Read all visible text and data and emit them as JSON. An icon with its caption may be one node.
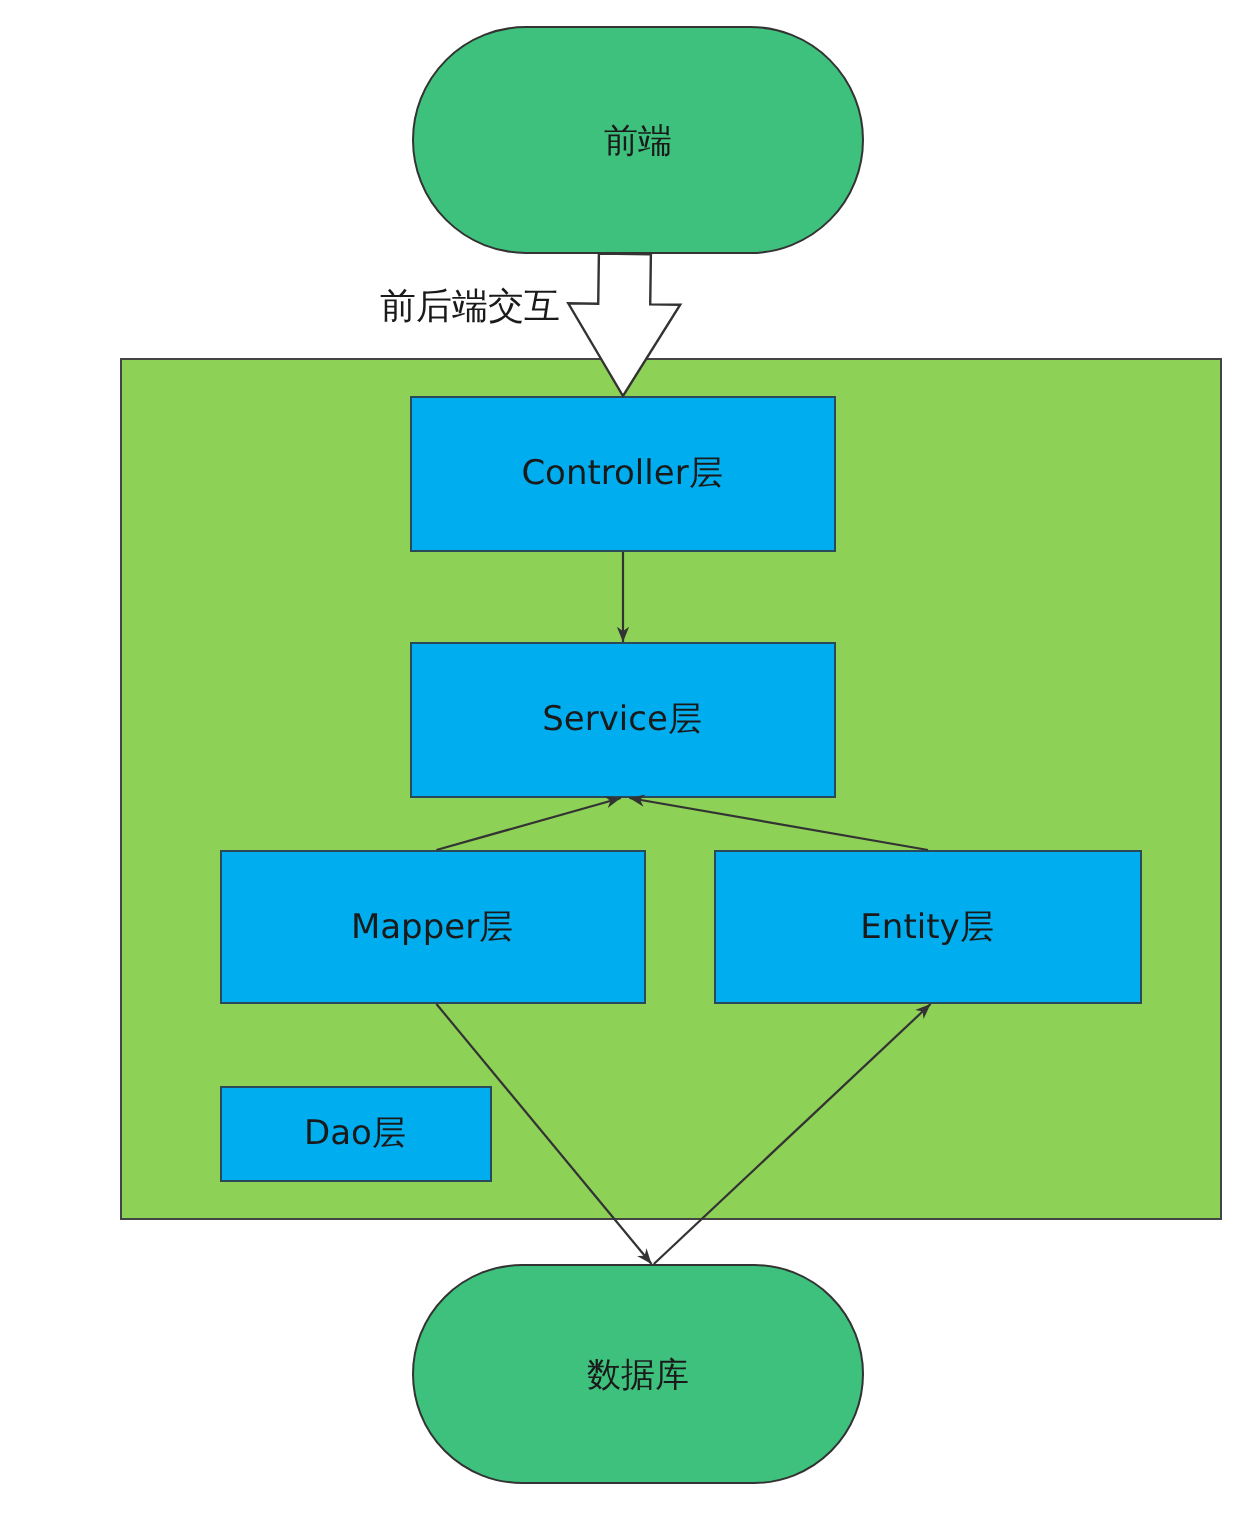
{
  "diagram": {
    "nodes": [
      {
        "text": [
          "前端"
        ]
      },
      {
        "text": [],
        "shape": "box"
      },
      {
        "text": [
          "Controller层"
        ],
        "in": 1
      },
      {
        "text": [
          "Service层"
        ],
        "in": 1
      },
      {
        "text": [
          "Mapper层"
        ],
        "in": 1
      },
      {
        "text": [
          "Entity层"
        ],
        "in": 1
      },
      {
        "text": [
          "Dao层"
        ],
        "in": 1
      },
      {
        "text": [
          "数据库"
        ]
      }
    ],
    "edges": [
      {
        "from": 0,
        "to": 2,
        "arrow": "to",
        "label": "前后端交互",
        "style": "thick"
      },
      {
        "from": 2,
        "to": 3,
        "arrow": "to"
      },
      {
        "from": 4,
        "to": 3,
        "arrow": "to"
      },
      {
        "from": 5,
        "to": 3,
        "arrow": "to"
      },
      {
        "from": 4,
        "to": 7,
        "arrow": "to"
      },
      {
        "from": 7,
        "to": 5,
        "arrow": "to"
      }
    ]
  }
}
